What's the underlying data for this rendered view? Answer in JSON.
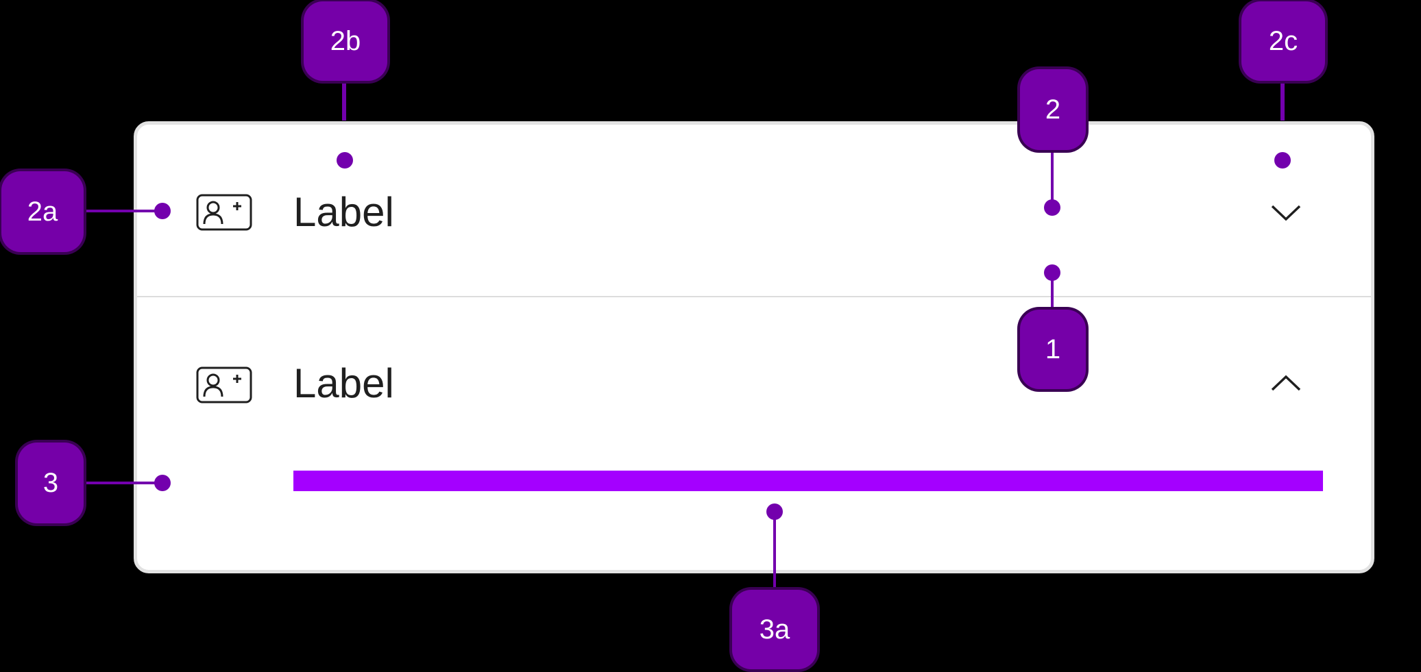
{
  "accordion": {
    "items": [
      {
        "label": "Label",
        "state": "collapsed",
        "icon": "user-add-icon"
      },
      {
        "label": "Label",
        "state": "expanded",
        "icon": "user-add-icon"
      }
    ],
    "content_placeholder_color": "#a400ff"
  },
  "callouts": {
    "c1": "1",
    "c2": "2",
    "c2a": "2a",
    "c2b": "2b",
    "c2c": "2c",
    "c3": "3",
    "c3a": "3a"
  },
  "colors": {
    "annotation": "#7500a8",
    "background": "#000000",
    "card": "#ffffff",
    "divider": "#dcdcdc"
  }
}
